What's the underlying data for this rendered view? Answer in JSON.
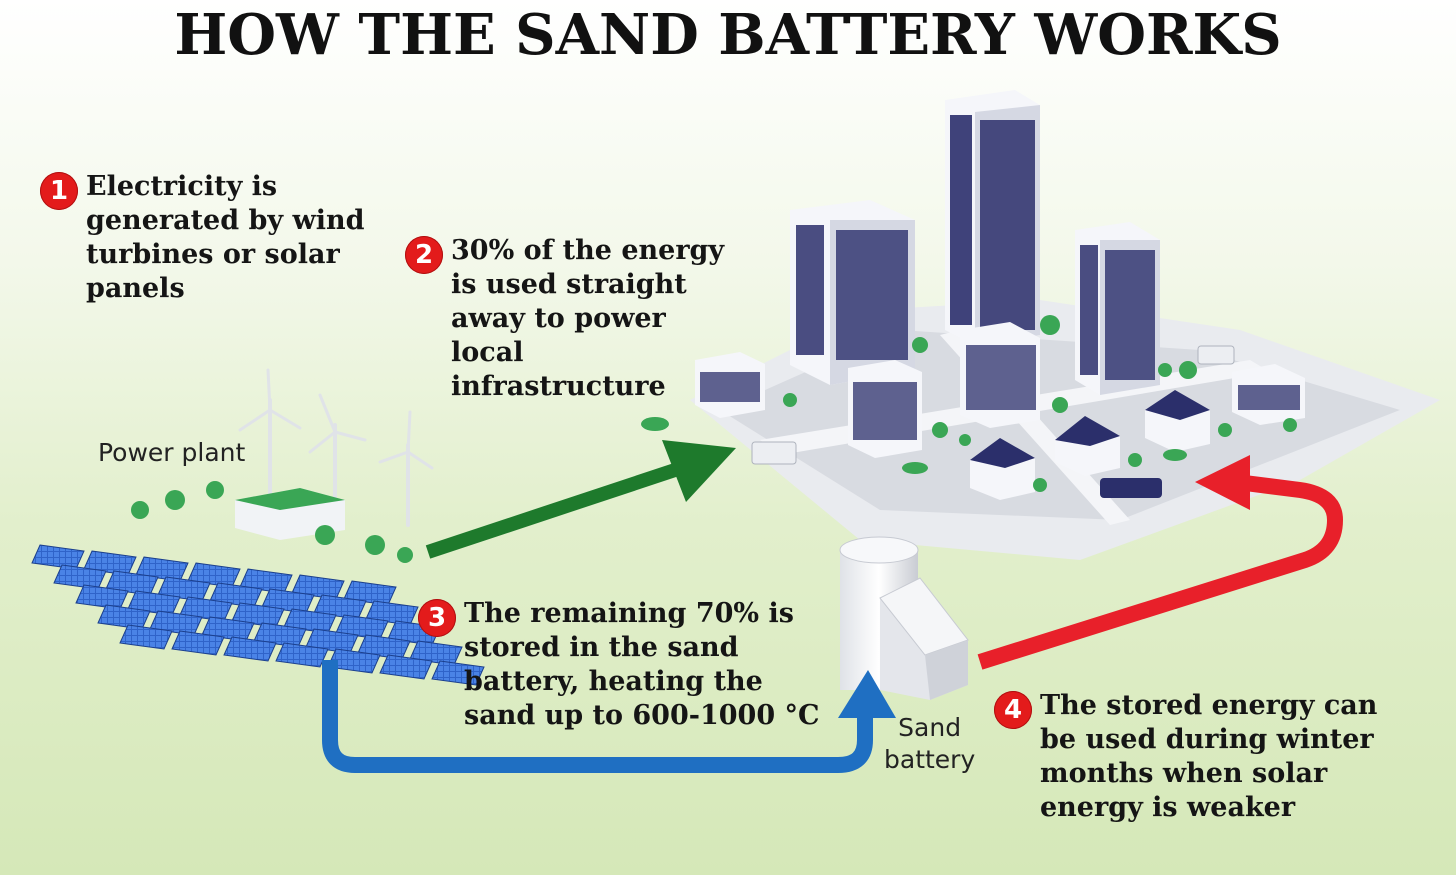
{
  "title": "HOW THE SAND BATTERY WORKS",
  "steps": [
    {
      "number": "1",
      "text": "Electricity is\ngenerated by wind\nturbines or solar\npanels"
    },
    {
      "number": "2",
      "text": "30% of the energy\nis used straight\naway to power\nlocal\ninfrastructure"
    },
    {
      "number": "3",
      "text": "The remaining 70% is\nstored in the sand\nbattery, heating the\nsand up to 600-1000 °C"
    },
    {
      "number": "4",
      "text": "The stored energy can\nbe used during winter\nmonths when solar\nenergy is weaker"
    }
  ],
  "labels": {
    "power_plant": "Power plant",
    "sand_battery": "Sand\nbattery"
  },
  "colors": {
    "badge": "#e31b1b",
    "arrow_to_city": "#1e7a2c",
    "arrow_to_battery": "#1f6fc2",
    "arrow_from_battery": "#e8202a",
    "solar_panel": "#2f63c9",
    "building": "#f2f3f7",
    "window": "#2b2f6b",
    "tree": "#3aa655",
    "road": "#e7e9ee"
  }
}
